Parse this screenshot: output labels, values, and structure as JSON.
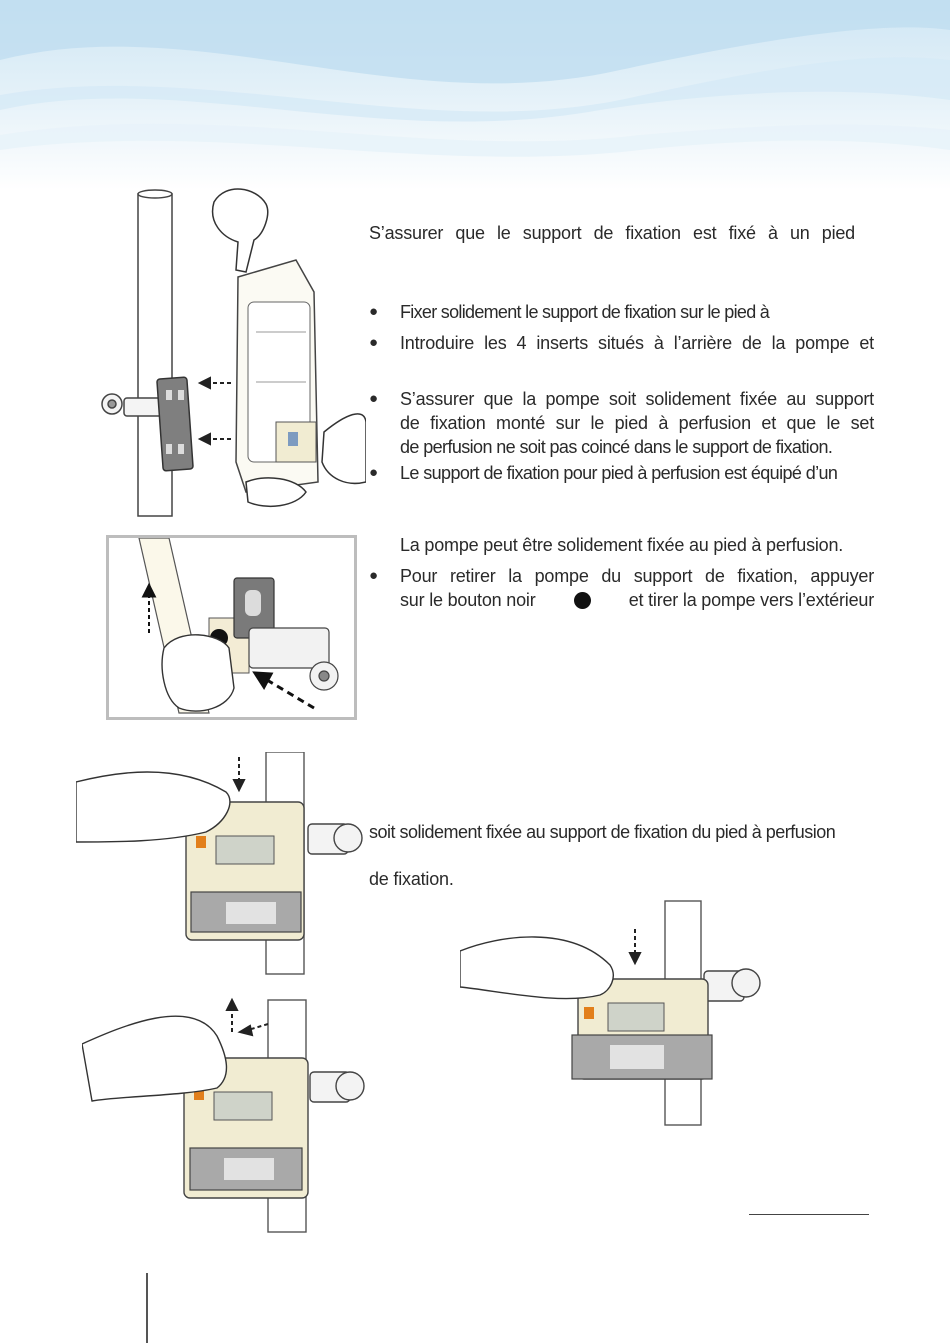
{
  "section1": {
    "intro": "S’assurer  que  le  support  de  fixation  est  fixé  à  un  pied",
    "bullets": [
      {
        "lines": [
          "Fixer solidement le support de fixation sur le pied à"
        ]
      },
      {
        "lines": [
          "Introduire  les  4  inserts  situés  à  l’arrière  de  la  pompe  et"
        ]
      },
      {
        "lines": [
          "S’assurer que la pompe soit solidement fixée au support",
          "de fixation monté sur le pied à perfusion et que le set",
          "de perfusion ne soit pas coincé dans le support de fixation."
        ]
      },
      {
        "lines": [
          "Le support de fixation pour pied à perfusion est équipé d’un"
        ]
      }
    ],
    "continuation": "La pompe peut être solidement fixée au pied à perfusion.",
    "remove_bullet": {
      "line1": "Pour  retirer  la  pompe  du  support  de  fixation,  appuyer",
      "line2_before": "sur  le  bouton  noir",
      "line2_after": "et  tirer  la  pompe  vers  l’extérieur"
    }
  },
  "section2": {
    "line1": "soit solidement fixée au support de fixation du pied à perfusion",
    "line2": "de fixation."
  },
  "colors": {
    "header_light": "#e2f0f8",
    "pump_body": "#f1ecd2",
    "pump_tray": "#a9a9a9",
    "pole": "#ffffff",
    "line": "#3a3a3a"
  },
  "icons": [
    "bullet-dot",
    "black-button-dot",
    "pole",
    "pump",
    "hand",
    "knob-clamp",
    "arrow"
  ]
}
